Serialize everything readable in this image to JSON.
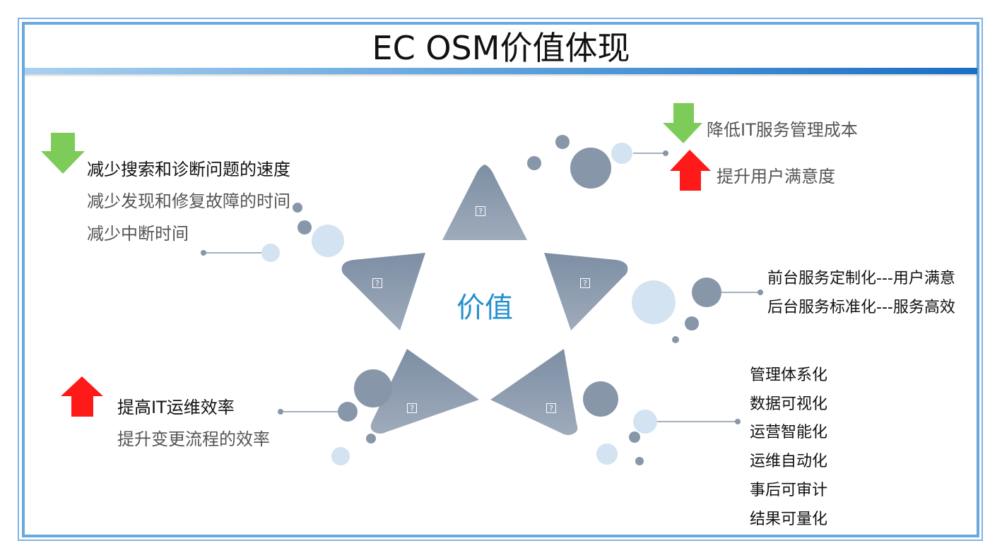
{
  "title": "EC OSM价值体现",
  "center_label": "价值",
  "segments": {
    "top_left": {
      "line1": "减少搜索和诊断问题的速度",
      "line2": "减少发现和修复故障的时间",
      "line3": "减少中断时间",
      "arrow": "down-arrow-icon"
    },
    "top_right": {
      "line1": "降低IT服务管理成本",
      "line2": "提升用户满意度",
      "arrow1": "down-arrow-icon",
      "arrow2": "up-arrow-icon"
    },
    "right": {
      "line1": "前台服务定制化---用户满意",
      "line2": "后台服务标准化---服务高效"
    },
    "bottom_left": {
      "line1": "提高IT运维效率",
      "line2": "提升变更流程的效率",
      "arrow": "up-arrow-icon"
    },
    "bottom_right": {
      "items": [
        "管理体系化",
        "数据可视化",
        "运营智能化",
        "运维自动化",
        "事后可审计",
        "结果可量化"
      ]
    }
  },
  "colors": {
    "down_arrow": "#7dcc5a",
    "up_arrow": "#ff1a1a",
    "star_piece": "#8a9aae",
    "bubble_dark": "#8796a9",
    "bubble_light": "#d3e3f1",
    "center_text": "#2590cf"
  }
}
